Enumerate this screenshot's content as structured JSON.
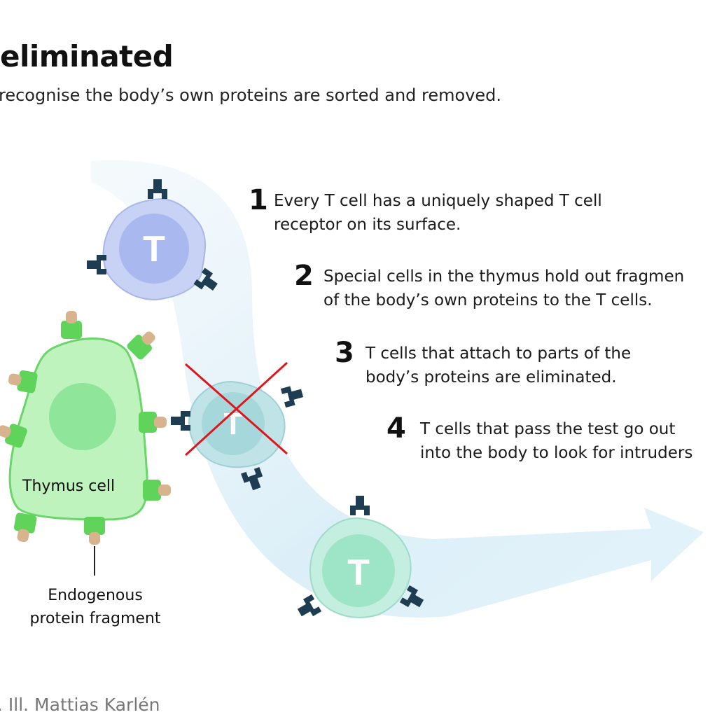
{
  "header": {
    "title": "eliminated",
    "subtitle": "recognise the body’s own proteins are sorted and removed."
  },
  "steps": [
    {
      "number": "1",
      "line1": "Every T cell has a uniquely shaped T cell",
      "line2": "receptor on its surface."
    },
    {
      "number": "2",
      "line1": "Special cells in the thymus hold out fragmen",
      "line2": "of the body’s own proteins to the T cells."
    },
    {
      "number": "3",
      "line1": "T cells that attach to parts of the",
      "line2": "body’s proteins are eliminated."
    },
    {
      "number": "4",
      "line1": "T cells that pass the test go out",
      "line2": "into the body to look for intruders"
    }
  ],
  "labels": {
    "thymus_cell": "Thymus cell",
    "fragment_line1": "Endogenous",
    "fragment_line2": "protein fragment",
    "t_cell_letter": "T"
  },
  "credit": ". Ill. Mattias Karlén",
  "colors": {
    "thymus_green": "#bff3bd",
    "receptor_dark": "#1e3d52",
    "fragment_tan": "#d8b48e",
    "cross_red": "#e0151b",
    "t_cell_blue": "#c7d2f5",
    "t_cell_teal": "#c3eee0"
  }
}
